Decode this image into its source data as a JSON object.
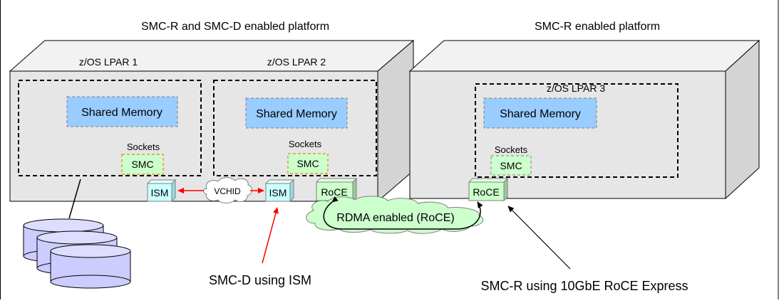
{
  "platform_left": {
    "title": "SMC-R and SMC-D enabled platform"
  },
  "platform_right": {
    "title": "SMC-R enabled platform"
  },
  "lpars": [
    {
      "name": "z/OS LPAR 1",
      "memory": "Shared Memory",
      "sockets": "Sockets",
      "smc": "SMC"
    },
    {
      "name": "z/OS LPAR 2",
      "memory": "Shared Memory",
      "sockets": "Sockets",
      "smc": "SMC"
    },
    {
      "name": "z/OS LPAR 3",
      "memory": "Shared Memory",
      "sockets": "Sockets",
      "smc": "SMC"
    }
  ],
  "adapters": {
    "ism1": "ISM",
    "ism2": "ISM",
    "roce2": "RoCE",
    "roce3": "RoCE"
  },
  "links": {
    "vchid": "VCHID",
    "rdma": "RDMA enabled (RoCE)"
  },
  "callouts": {
    "smc_d": "SMC-D using ISM",
    "smc_r": "SMC-R using 10GbE RoCE Express"
  },
  "colors": {
    "memory_fill": "#99ccff",
    "smc_fill": "#ccffcc",
    "ism_fill": "#ccffff",
    "roce_fill": "#ccffcc",
    "cloud_fill": "#ccffcc",
    "disk_fill": "#ccccff",
    "box_fill": "#e6e6e6",
    "arrow_red": "#ff0000"
  }
}
